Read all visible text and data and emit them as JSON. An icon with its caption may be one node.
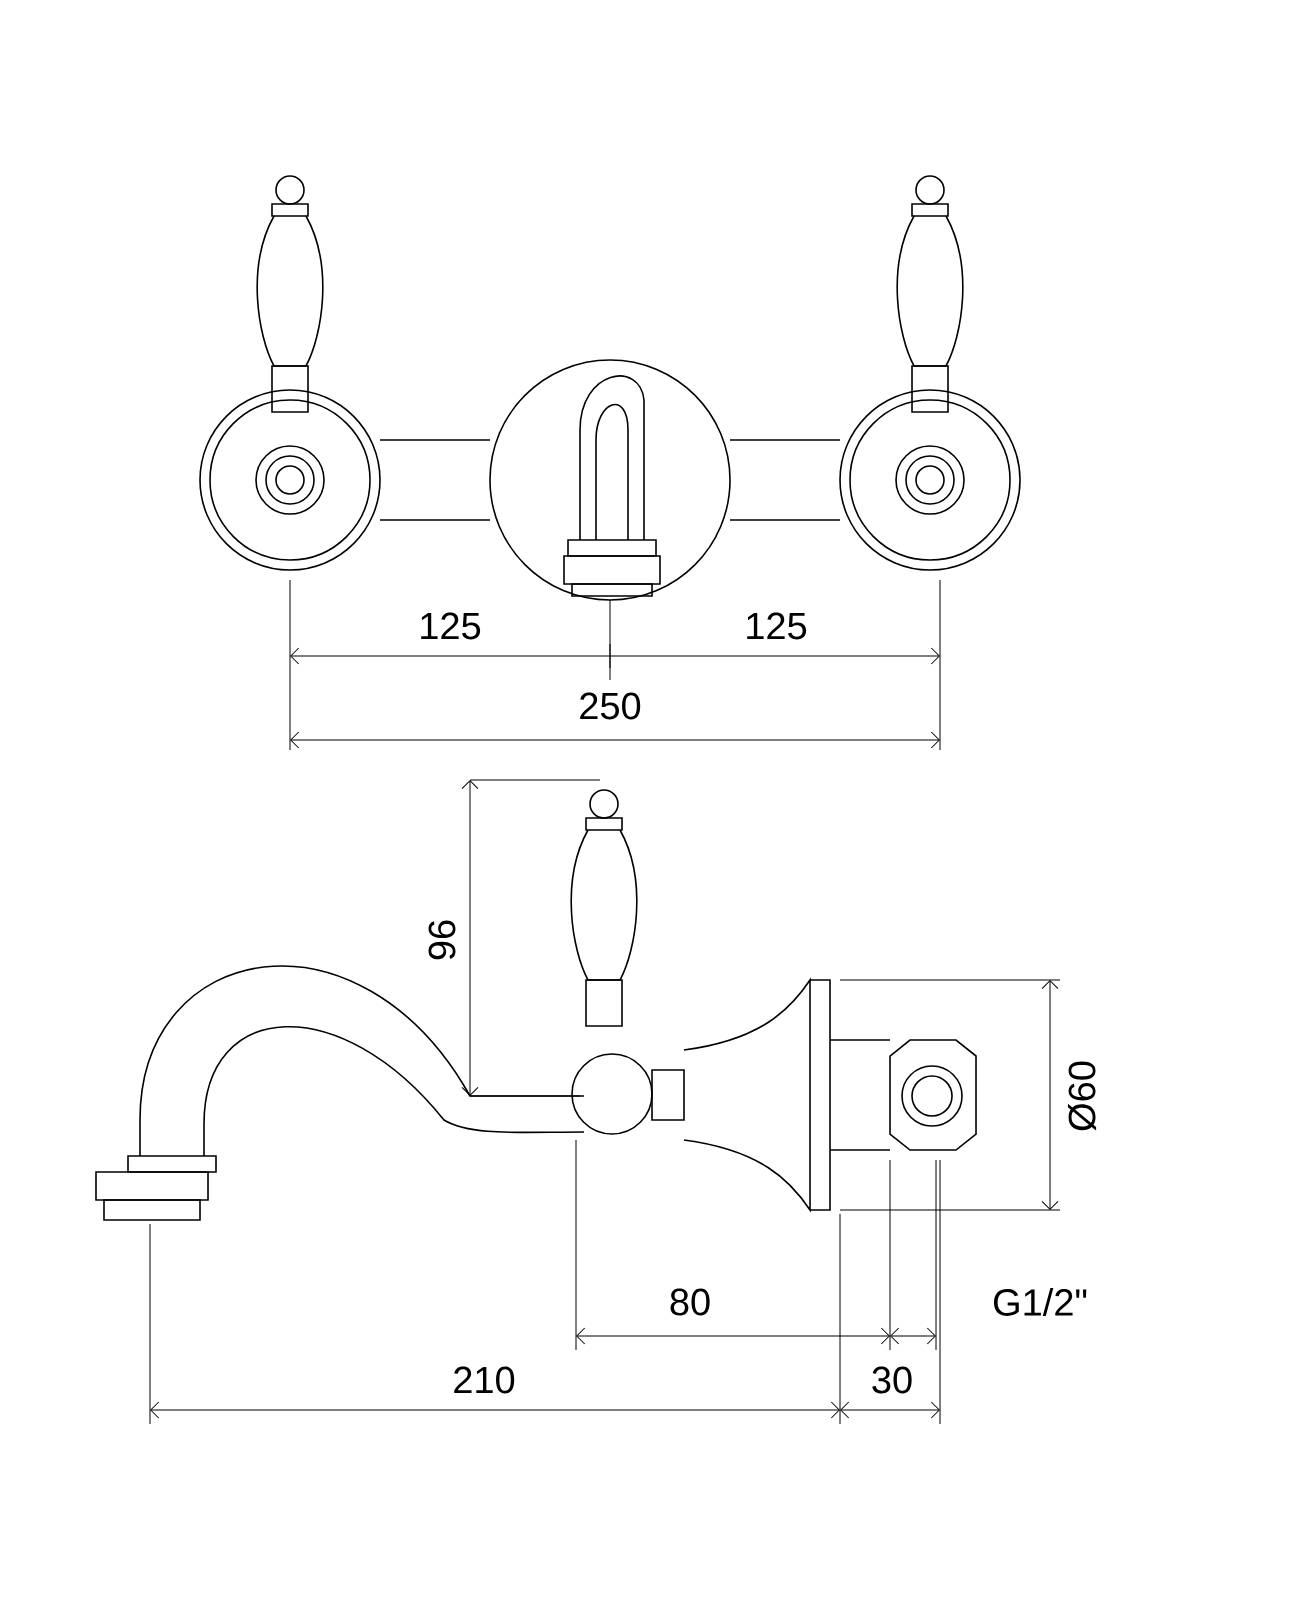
{
  "diagram": {
    "labels": [
      "125",
      "125",
      "250",
      "96",
      "Ø60",
      "80",
      "G1/2\"",
      "210",
      "30"
    ]
  }
}
